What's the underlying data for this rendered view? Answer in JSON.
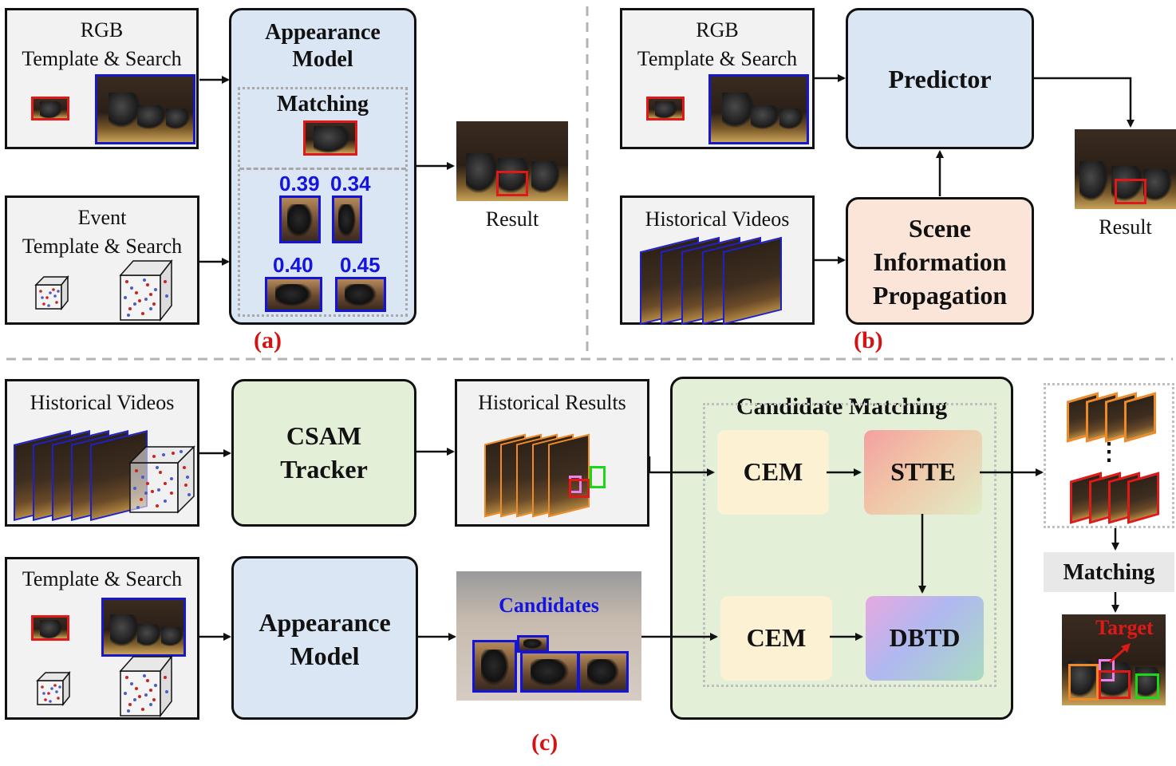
{
  "panel_a": {
    "rgb_title_1": "RGB",
    "rgb_title_2": "Template & Search",
    "event_title_1": "Event",
    "event_title_2": "Template & Search",
    "appearance_1": "Appearance",
    "appearance_2": "Model",
    "matching": "Matching",
    "scores": [
      "0.39",
      "0.34",
      "0.40",
      "0.45"
    ],
    "result": "Result",
    "label": "(a)"
  },
  "panel_b": {
    "rgb_title_1": "RGB",
    "rgb_title_2": "Template & Search",
    "predictor": "Predictor",
    "historical": "Historical Videos",
    "sip_1": "Scene",
    "sip_2": "Information",
    "sip_3": "Propagation",
    "result": "Result",
    "label": "(b)"
  },
  "panel_c": {
    "historical_videos": "Historical Videos",
    "csam_1": "CSAM",
    "csam_2": "Tracker",
    "historical_results": "Historical Results",
    "candidate_matching": "Candidate Matching",
    "cem_top": "CEM",
    "stte": "STTE",
    "cem_bottom": "CEM",
    "dbtd": "DBTD",
    "template_search": "Template & Search",
    "appearance_1": "Appearance",
    "appearance_2": "Model",
    "candidates": "Candidates",
    "matching": "Matching",
    "target": "Target",
    "dots": "⋮",
    "label": "(c)"
  },
  "colors": {
    "blue_box": "#dbe6f4",
    "green_box": "#e4efd8",
    "peach_box": "#fae5d8",
    "cem_fill": "#fdf1d4",
    "accent_red": "#d41414",
    "score_blue": "#1414e0"
  }
}
